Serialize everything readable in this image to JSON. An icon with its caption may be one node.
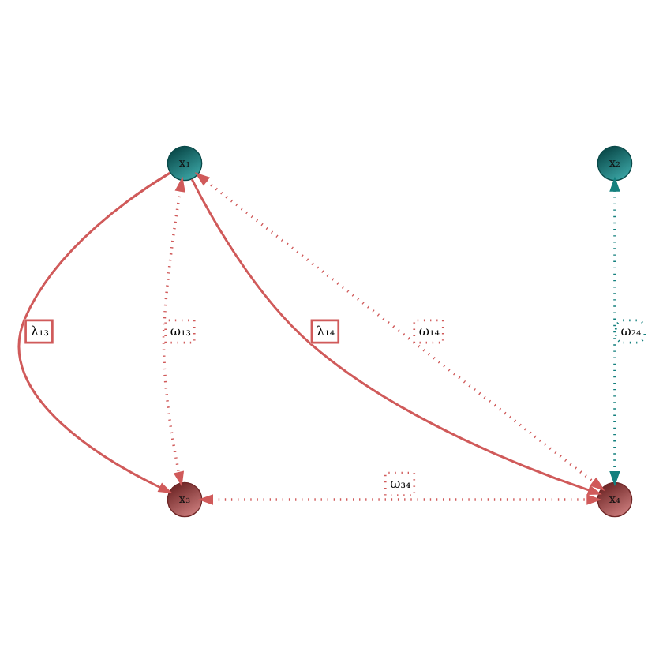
{
  "diagram": {
    "nodes": [
      {
        "text": [
          "x₁"
        ]
      },
      {
        "text": [
          "x₂"
        ]
      },
      {
        "text": [
          "x₃"
        ]
      },
      {
        "text": [
          "x₄"
        ]
      }
    ],
    "edges": [
      {
        "from": 0,
        "to": 2,
        "arrow": "to",
        "label": "λ₁₃"
      },
      {
        "from": 0,
        "to": 3,
        "arrow": "to",
        "label": "λ₁₄"
      },
      {
        "from": 0,
        "to": 2,
        "arrow": "both",
        "label": "ω₁₃",
        "style": "dashed"
      },
      {
        "from": 0,
        "to": 3,
        "arrow": "both",
        "label": "ω₁₄",
        "style": "dashed"
      },
      {
        "from": 1,
        "to": 3,
        "arrow": "both",
        "label": "ω₂₄",
        "style": "dashed",
        "color": "#14807e"
      },
      {
        "from": 2,
        "to": 3,
        "arrow": "both",
        "label": "ω₃₄",
        "style": "dashed"
      }
    ]
  }
}
